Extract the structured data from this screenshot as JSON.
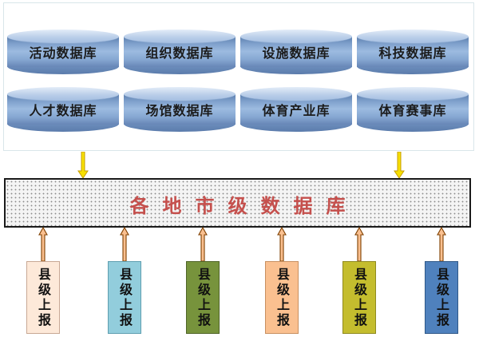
{
  "databases": [
    {
      "label": "活动数据库"
    },
    {
      "label": "组织数据库"
    },
    {
      "label": "设施数据库"
    },
    {
      "label": "科技数据库"
    },
    {
      "label": "人才数据库"
    },
    {
      "label": "场馆数据库"
    },
    {
      "label": "体育产业库"
    },
    {
      "label": "体育赛事库"
    }
  ],
  "central": {
    "title": "各地市级数据库"
  },
  "county_reports": [
    {
      "label": "县级上报",
      "fill": "#fde9d9",
      "border": "#c8a894"
    },
    {
      "label": "县级上报",
      "fill": "#92cddc",
      "border": "#5f9fb0"
    },
    {
      "label": "县级上报",
      "fill": "#77933c",
      "border": "#4f6427"
    },
    {
      "label": "县级上报",
      "fill": "#fac090",
      "border": "#c89060"
    },
    {
      "label": "县级上报",
      "fill": "#c4bd2e",
      "border": "#8f8a1f"
    },
    {
      "label": "县级上报",
      "fill": "#4f81bd",
      "border": "#2f5888"
    }
  ],
  "colors": {
    "up_arrow_fill": "#fac090",
    "up_arrow_stroke": "#7f3f00",
    "down_arrow_fill": "#f7e000",
    "down_arrow_stroke": "#c69c00"
  }
}
